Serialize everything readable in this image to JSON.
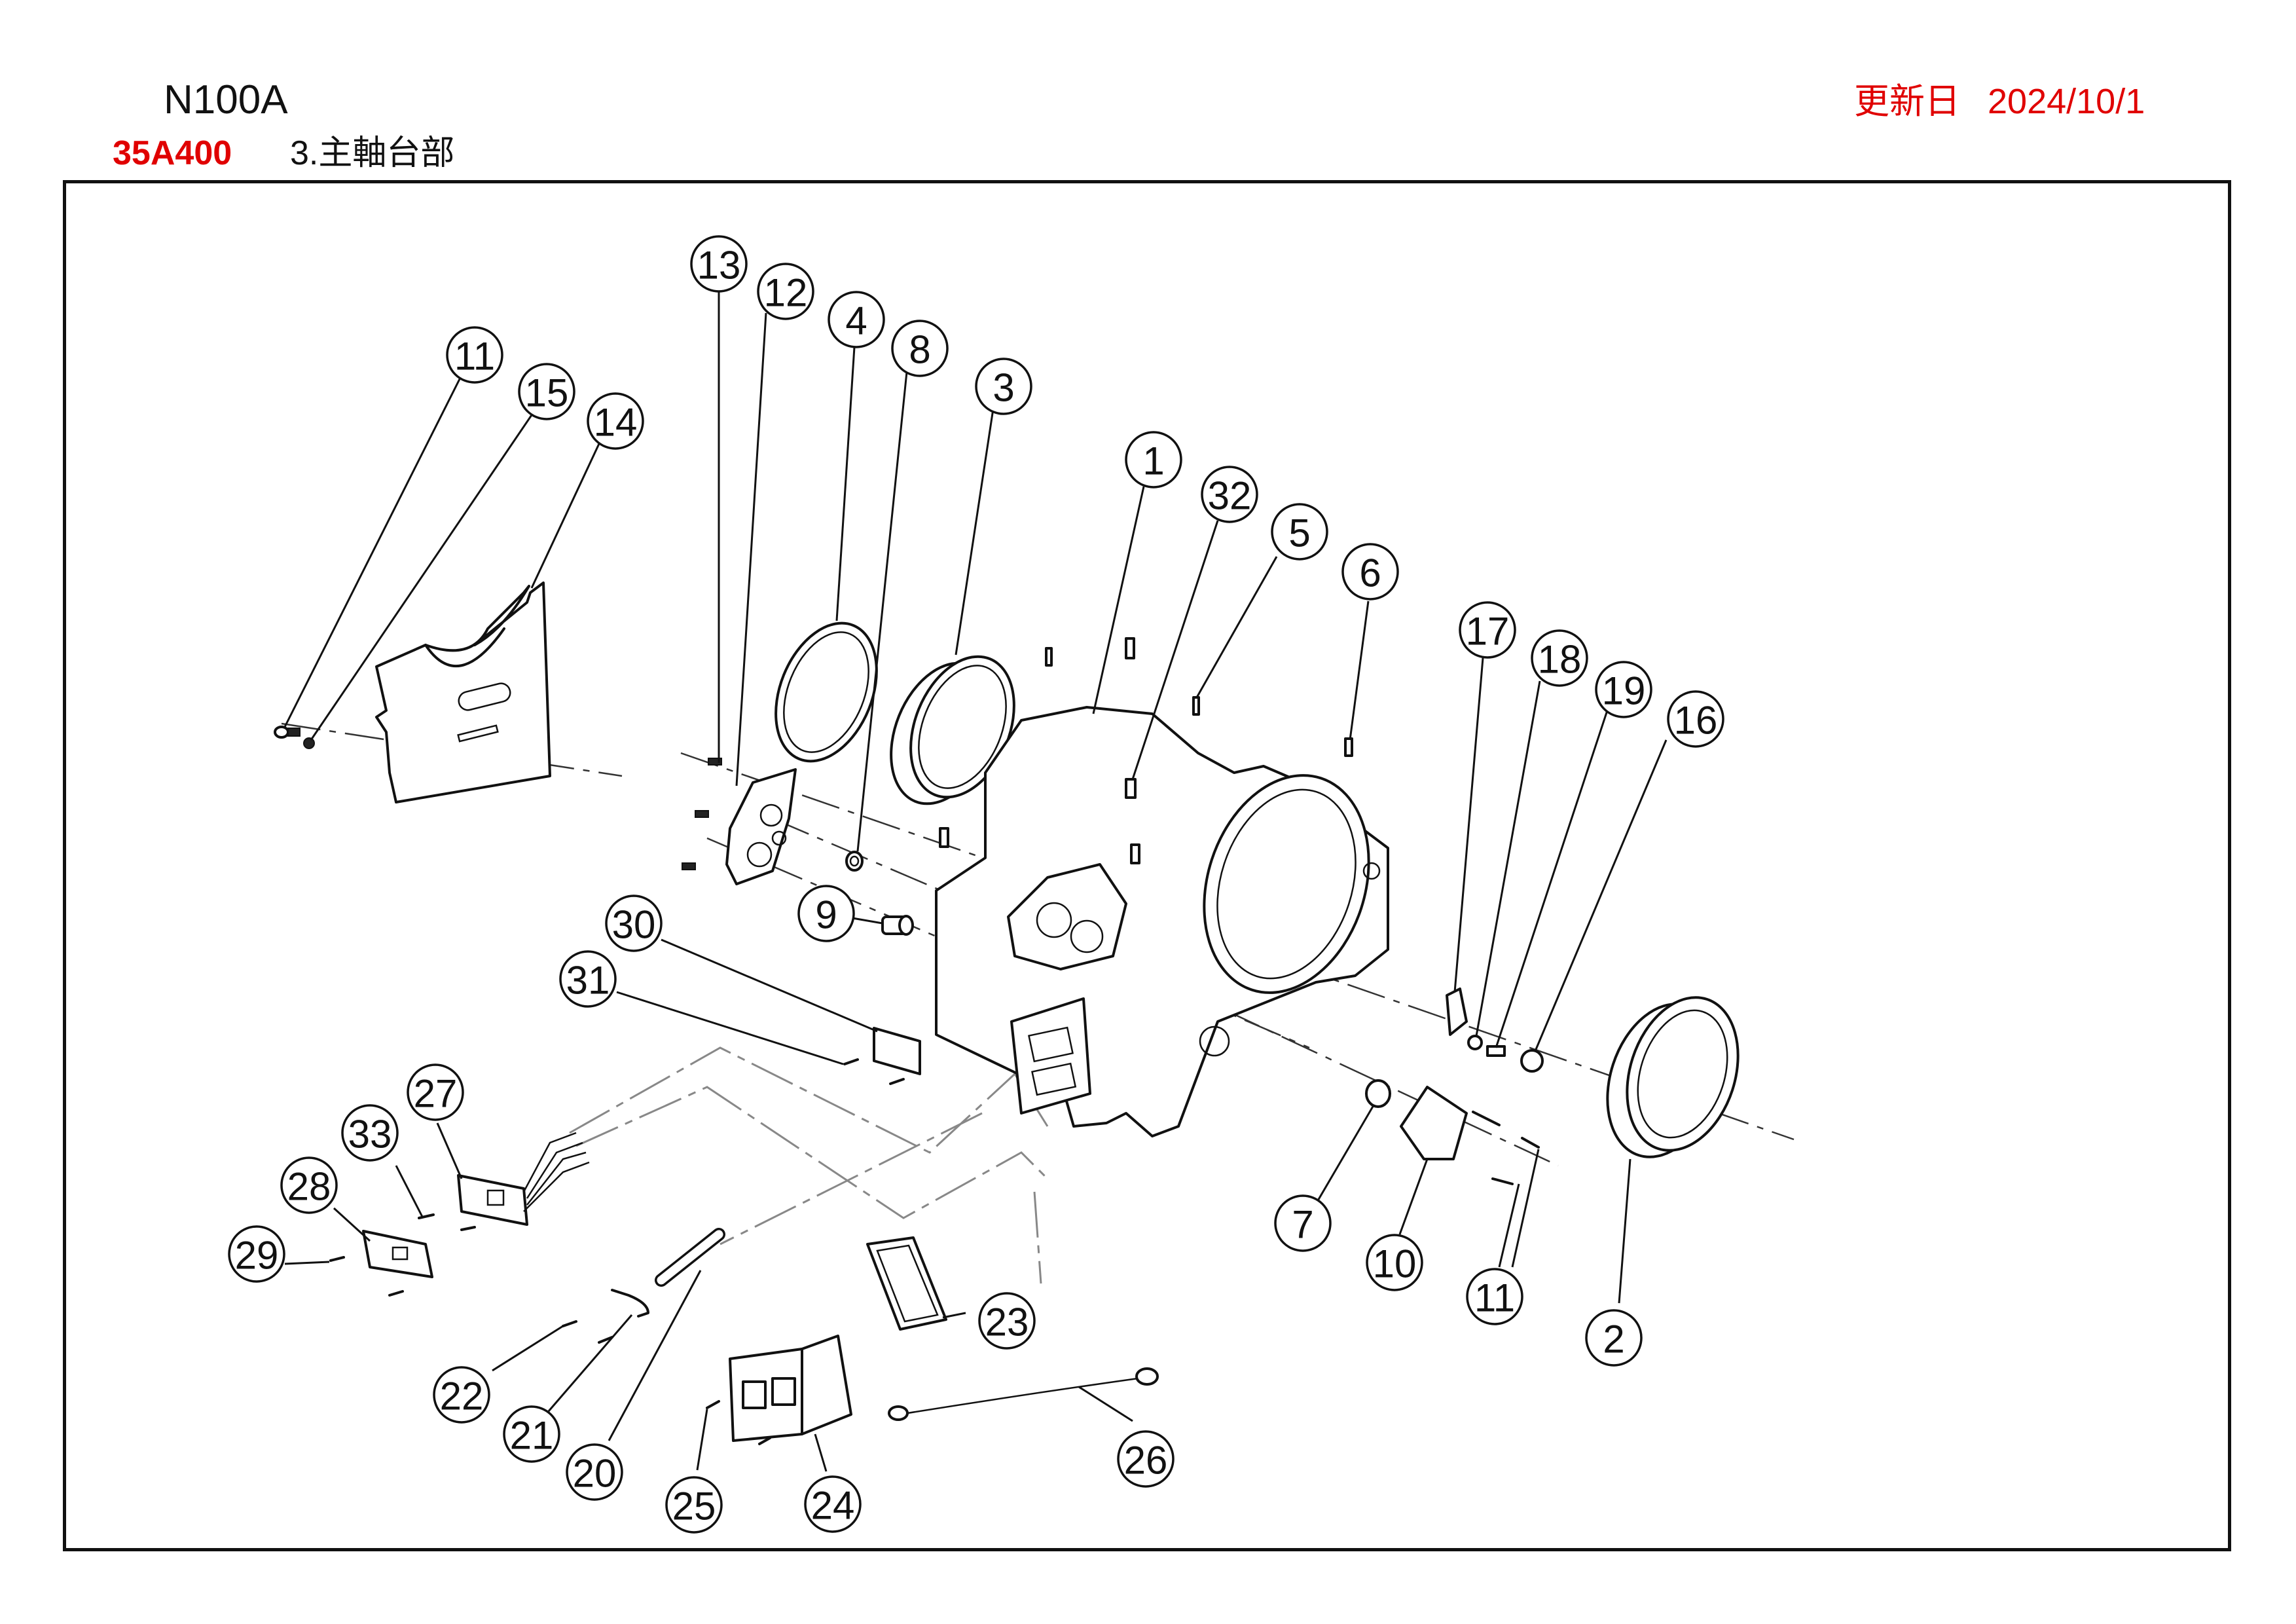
{
  "header": {
    "model": "N100A",
    "updated_label": "更新日",
    "updated_date": "2024/10/1",
    "part_number": "35A400",
    "section_title": "3.主軸台部"
  },
  "colors": {
    "accent_red": "#e00000",
    "line": "#111111"
  },
  "callouts": [
    {
      "id": "c13",
      "label": "13"
    },
    {
      "id": "c12",
      "label": "12"
    },
    {
      "id": "c4",
      "label": "4"
    },
    {
      "id": "c8",
      "label": "8"
    },
    {
      "id": "c3",
      "label": "3"
    },
    {
      "id": "c11a",
      "label": "11"
    },
    {
      "id": "c15",
      "label": "15"
    },
    {
      "id": "c14",
      "label": "14"
    },
    {
      "id": "c1",
      "label": "1"
    },
    {
      "id": "c32",
      "label": "32"
    },
    {
      "id": "c5",
      "label": "5"
    },
    {
      "id": "c6",
      "label": "6"
    },
    {
      "id": "c17",
      "label": "17"
    },
    {
      "id": "c18",
      "label": "18"
    },
    {
      "id": "c19",
      "label": "19"
    },
    {
      "id": "c16",
      "label": "16"
    },
    {
      "id": "c9",
      "label": "9"
    },
    {
      "id": "c30",
      "label": "30"
    },
    {
      "id": "c31",
      "label": "31"
    },
    {
      "id": "c27",
      "label": "27"
    },
    {
      "id": "c33",
      "label": "33"
    },
    {
      "id": "c28",
      "label": "28"
    },
    {
      "id": "c29",
      "label": "29"
    },
    {
      "id": "c7",
      "label": "7"
    },
    {
      "id": "c10",
      "label": "10"
    },
    {
      "id": "c11b",
      "label": "11"
    },
    {
      "id": "c2",
      "label": "2"
    },
    {
      "id": "c23",
      "label": "23"
    },
    {
      "id": "c22",
      "label": "22"
    },
    {
      "id": "c21",
      "label": "21"
    },
    {
      "id": "c20",
      "label": "20"
    },
    {
      "id": "c26",
      "label": "26"
    },
    {
      "id": "c25",
      "label": "25"
    },
    {
      "id": "c24",
      "label": "24"
    }
  ]
}
